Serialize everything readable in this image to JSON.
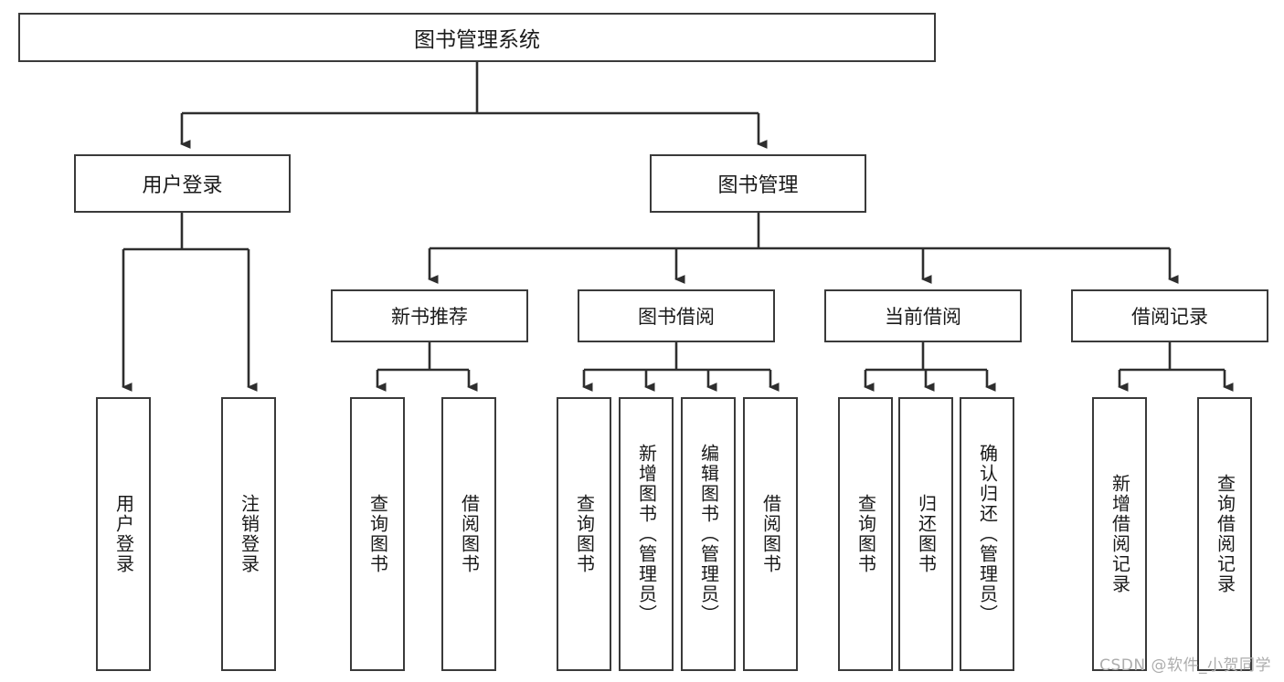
{
  "diagram": {
    "title": "图书管理系统",
    "type": "hierarchy-tree",
    "root": {
      "label": "图书管理系统"
    },
    "level2": [
      {
        "label": "用户登录"
      },
      {
        "label": "图书管理"
      }
    ],
    "level3": [
      {
        "label": "新书推荐"
      },
      {
        "label": "图书借阅"
      },
      {
        "label": "当前借阅"
      },
      {
        "label": "借阅记录"
      }
    ],
    "leaves": {
      "user_login": [
        {
          "label": "用户登录"
        },
        {
          "label": "注销登录"
        }
      ],
      "new_book_recommend": [
        {
          "label": "查询图书"
        },
        {
          "label": "借阅图书"
        }
      ],
      "book_borrow": [
        {
          "label": "查询图书"
        },
        {
          "label": "新增图书（管理员）"
        },
        {
          "label": "编辑图书（管理员）"
        },
        {
          "label": "借阅图书"
        }
      ],
      "current_borrow": [
        {
          "label": "查询图书"
        },
        {
          "label": "归还图书"
        },
        {
          "label": "确认归还（管理员）"
        }
      ],
      "borrow_records": [
        {
          "label": "新增借阅记录"
        },
        {
          "label": "查询借阅记录"
        }
      ]
    }
  },
  "watermark": {
    "text": "CSDN @软件_小贺同学"
  },
  "colors": {
    "border": "#3a3a3a",
    "background": "#ffffff",
    "text": "#1a1a1a",
    "watermark": "#adadad"
  }
}
